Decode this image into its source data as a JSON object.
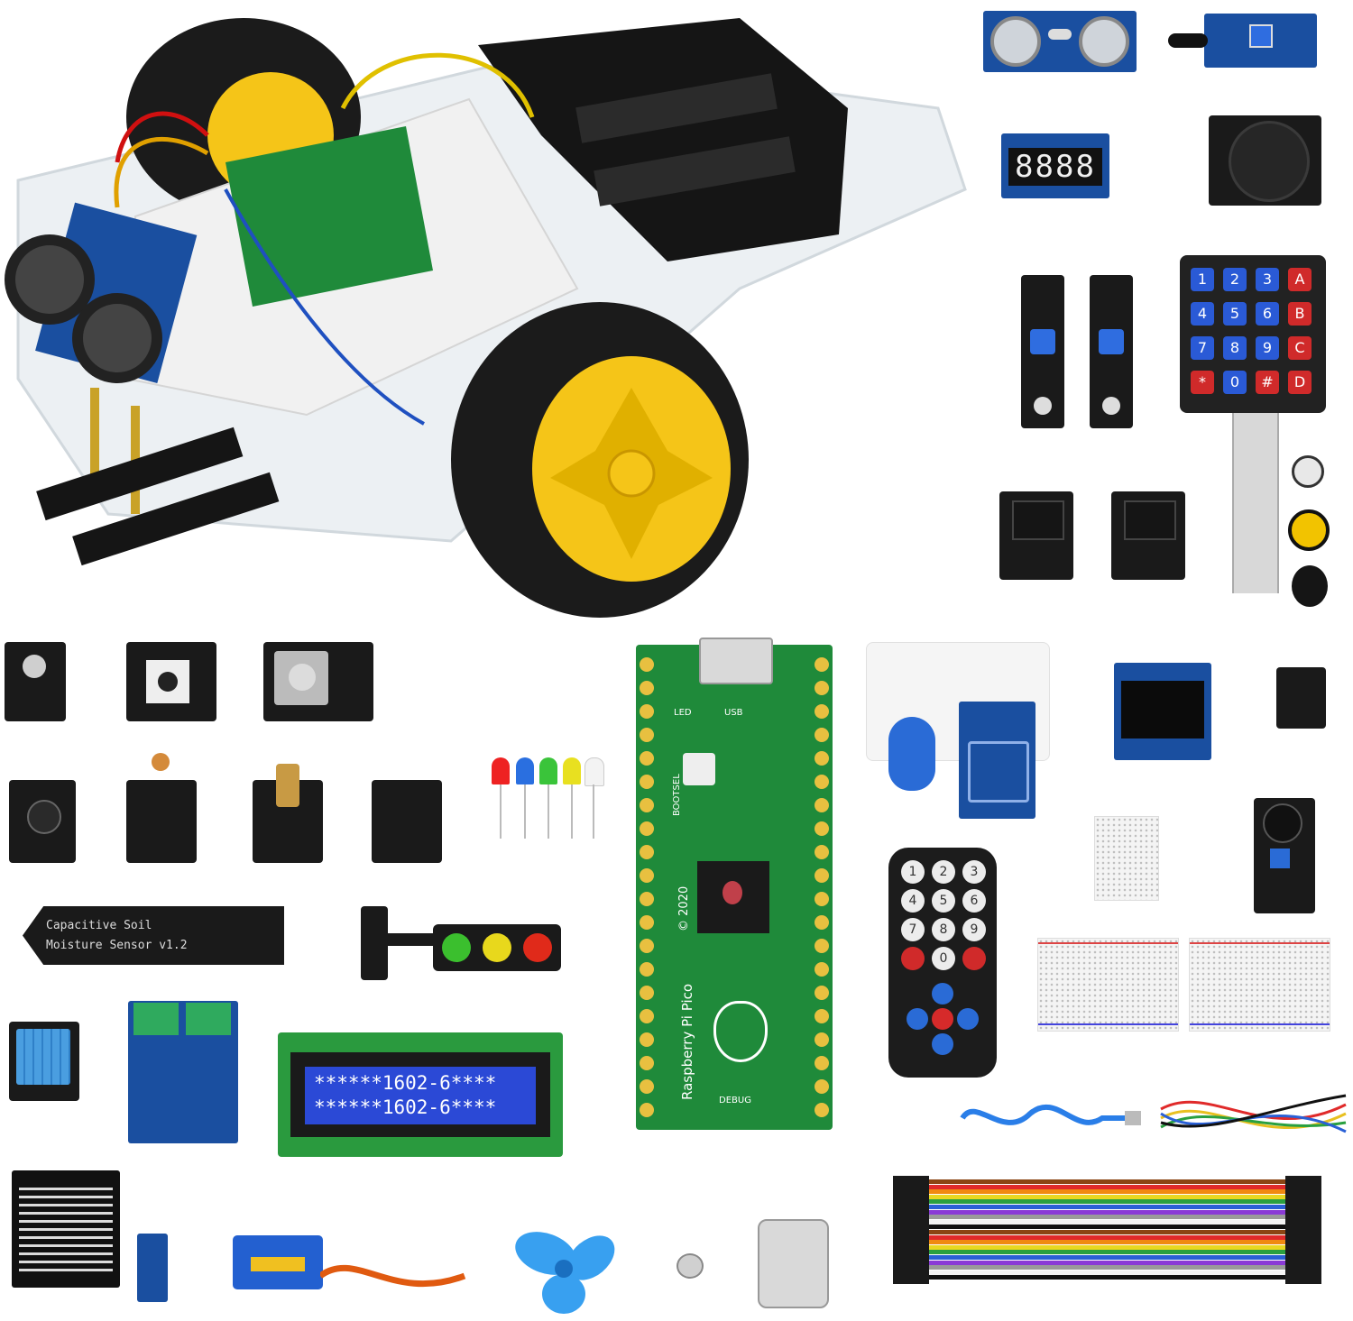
{
  "soil_sensor": {
    "line1": "Capacitive Soil",
    "line2": "Moisture Sensor v1.2"
  },
  "lcd": {
    "line1": "******1602-6****",
    "line2": "******1602-6****"
  },
  "segment_display": {
    "digits": "8888"
  },
  "pico": {
    "name": "Raspberry Pi Pico",
    "year": "© 2020",
    "bootsel": "BOOTSEL",
    "usb": "USB",
    "led": "LED",
    "debug": "DEBUG"
  },
  "keypad": {
    "keys": [
      "1",
      "2",
      "3",
      "A",
      "4",
      "5",
      "6",
      "B",
      "7",
      "8",
      "9",
      "C",
      "*",
      "0",
      "#",
      "D"
    ]
  },
  "remote": {
    "keys": [
      "1",
      "2",
      "3",
      "4",
      "5",
      "6",
      "7",
      "8",
      "9",
      "",
      "0",
      ""
    ]
  },
  "colors": {
    "pcb_black": "#1a1a1a",
    "pcb_blue": "#1a4fa0",
    "pico_green": "#1f8a3a",
    "wheel_yellow": "#f5c518",
    "lcd_blue": "#2b49d6"
  }
}
